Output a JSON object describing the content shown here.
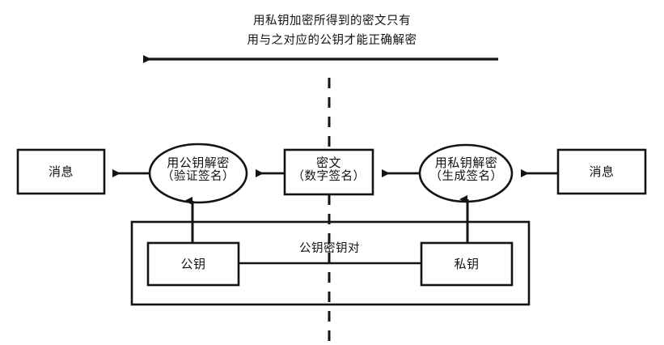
{
  "diagram": {
    "title_note": {
      "line1": "用私钥加密所得到的密文只有",
      "line2": "用与之对应的公钥才能正确解密"
    },
    "nodes": {
      "message_left": {
        "label": "消息",
        "shape": "rect"
      },
      "verify": {
        "label": "用公钥解密",
        "sub": "（验证签名）",
        "shape": "ellipse"
      },
      "ciphertext": {
        "label": "密文",
        "sub": "（数字签名）",
        "shape": "rect"
      },
      "sign": {
        "label": "用私钥解密",
        "sub": "（生成签名）",
        "shape": "ellipse"
      },
      "message_right": {
        "label": "消息",
        "shape": "rect"
      },
      "public_key": {
        "label": "公钥",
        "shape": "rect"
      },
      "private_key": {
        "label": "私钥",
        "shape": "rect"
      },
      "key_pair_group": {
        "label": "公钥密钥对",
        "shape": "rect-group"
      }
    },
    "colors": {
      "stroke": "#141414",
      "background": "#ffffff",
      "text": "#121212"
    },
    "flow_direction": "right-to-left"
  }
}
